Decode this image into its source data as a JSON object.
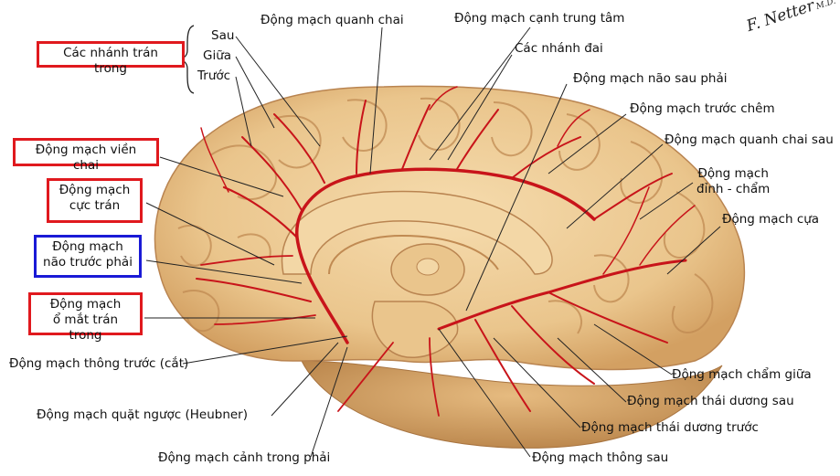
{
  "labels": {
    "quanh_chai": "Động mạch quanh chai",
    "canh_trung_tam": "Động mạch cạnh trung tâm",
    "nhanh_dai": "Các nhánh đai",
    "nao_sau_phai": "Động mạch não sau phải",
    "truoc_chem": "Động mạch trước chêm",
    "quanh_chai_sau": "Động mạch quanh chai sau",
    "dinh_cham_1": "Động mạch",
    "dinh_cham_2": "đỉnh - chẩm",
    "cua": "Động mạch cựa",
    "cham_giua": "Động mạch chẩm giữa",
    "thai_duong_sau": "Động mạch thái dương sau",
    "thai_duong_truoc": "Động mạch thái dương trước",
    "thong_sau": "Động mạch thông sau",
    "canh_trong_phai": "Động mạch cảnh trong phải",
    "quat_nguoc": "Động mạch quặt ngược (Heubner)",
    "thong_truoc": "Động mạch thông trước (cắt)",
    "sau": "Sau",
    "giua": "Giữa",
    "truoc": "Trước"
  },
  "boxes": {
    "nhanh_tran_trong": "Các nhánh trán trong",
    "vien_chai": "Động mạch viền chai",
    "cuc_tran_1": "Động mạch",
    "cuc_tran_2": "cực trán",
    "nao_truoc_phai_1": "Động mạch",
    "nao_truoc_phai_2": "não trước phải",
    "o_mat_tran_1": "Động mạch",
    "o_mat_tran_2": "ổ mắt trán trong"
  },
  "signature": {
    "name": "F. Netter",
    "suffix": "M.D."
  },
  "colors": {
    "brain": "#efcf9a",
    "brain_shade": "#d9a968",
    "artery": "#c8141a",
    "box_red": "#e0191e",
    "box_blue": "#1a1ad6"
  }
}
